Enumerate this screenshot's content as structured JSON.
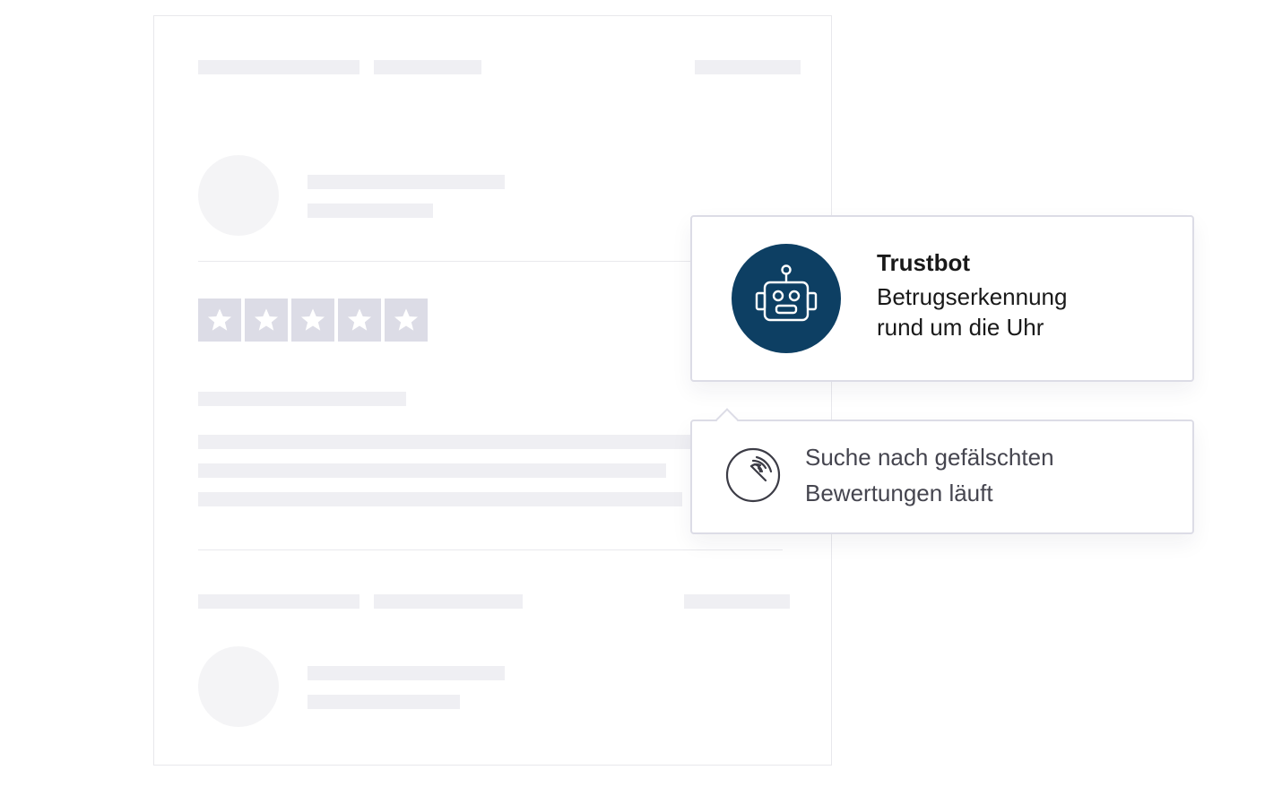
{
  "trustbot": {
    "title": "Trustbot",
    "description_line1": "Betrugserkennung",
    "description_line2": "rund um die Uhr",
    "avatar_icon": "robot-icon",
    "avatar_color": "#0d3f63"
  },
  "status": {
    "icon": "radar-scan-icon",
    "line1": "Suche nach gefälschten",
    "line2": "Bewertungen läuft"
  },
  "review_skeleton": {
    "star_icon": "star-icon",
    "star_count": 5
  }
}
